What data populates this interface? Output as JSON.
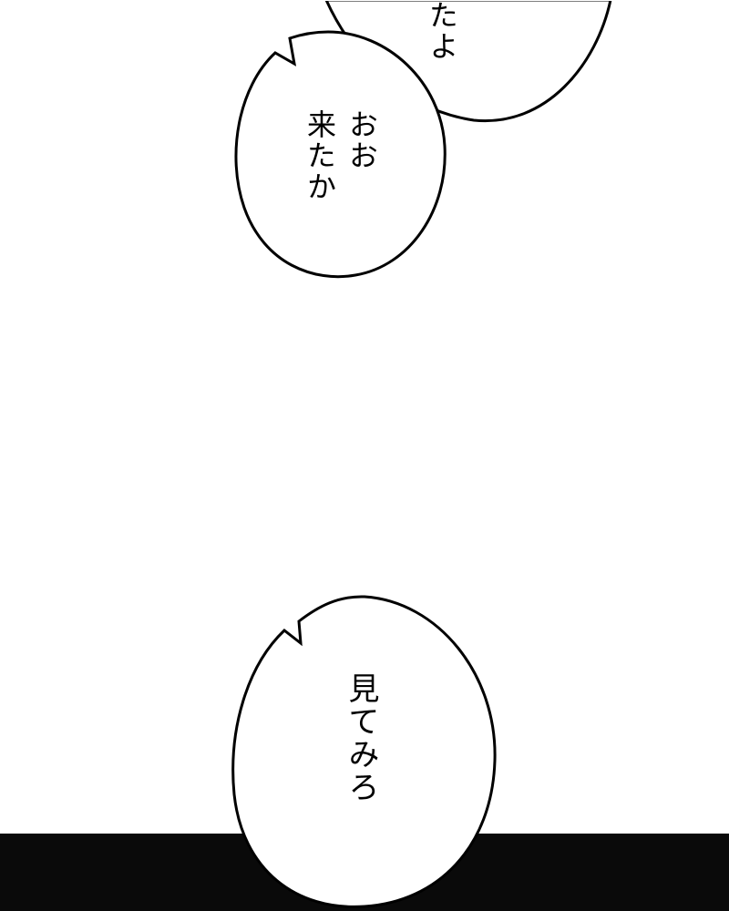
{
  "panel": {
    "background_color": "#ffffff",
    "floor_color": "#0a0a0a"
  },
  "bubbles": {
    "top_partial": {
      "text": "たよ"
    },
    "middle": {
      "text": "おお\n来たか"
    },
    "bottom": {
      "text": "見てみろ"
    }
  }
}
